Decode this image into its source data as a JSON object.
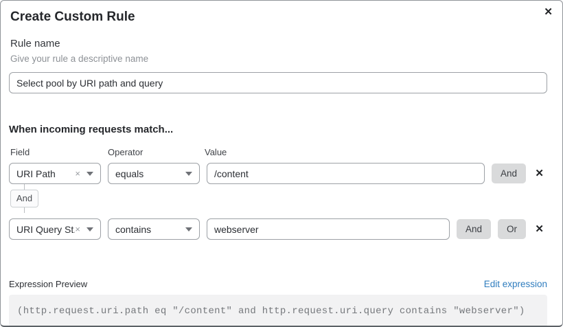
{
  "dialog": {
    "title": "Create Custom Rule"
  },
  "icons": {
    "close": "✕",
    "clear": "×",
    "remove": "✕"
  },
  "rule_name": {
    "label": "Rule name",
    "help": "Give your rule a descriptive name",
    "value": "Select pool by URI path and query"
  },
  "matcher": {
    "heading": "When incoming requests match...",
    "columns": {
      "field": "Field",
      "operator": "Operator",
      "value": "Value"
    },
    "connector": "And",
    "rows": [
      {
        "field": "URI Path",
        "operator": "equals",
        "value": "/content",
        "buttons": [
          "And"
        ]
      },
      {
        "field": "URI Query St...",
        "operator": "contains",
        "value": "webserver",
        "buttons": [
          "And",
          "Or"
        ]
      }
    ]
  },
  "expression": {
    "label": "Expression Preview",
    "edit_link": "Edit expression",
    "code": "(http.request.uri.path eq \"/content\" and http.request.uri.query contains \"webserver\")"
  },
  "colors": {
    "link_blue": "#2e7cbe",
    "button_gray": "#d9dadb",
    "code_background": "#f2f2f3"
  }
}
